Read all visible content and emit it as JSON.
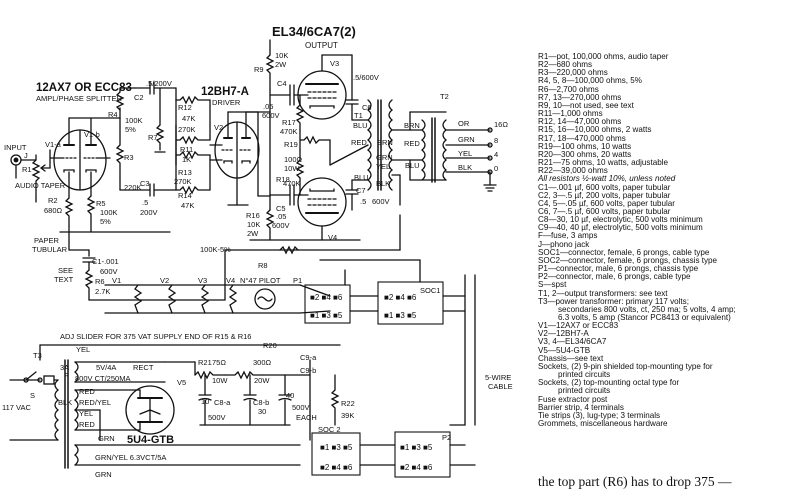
{
  "schematic": {
    "title_top": "EL34/6CA7(2)",
    "title_output": "OUTPUT",
    "labels": {
      "v1_title": "12AX7 OR ECC83",
      "v1_subtitle": "AMPL/PHASE SPLITTER",
      "v2_title": "12BH7-A",
      "v2_subtitle": "DRIVER",
      "input": "INPUT",
      "j": "J",
      "audio_taper": "AUDIO TAPER",
      "r1": "R1",
      "r2": "R2",
      "r2_val": "680Ω",
      "r3": "R3",
      "r3_val": "220K",
      "r4": "R4",
      "r4_val1": "100K",
      "r4_val2": "5%",
      "r5": "R5",
      "r5_val1": "100K",
      "r5_val2": "5%",
      "c1": "C1-.001",
      "c1_v": "600V",
      "paper_tubular1": "PAPER",
      "paper_tubular2": "TUBULAR",
      "see_text1": "SEE",
      "see_text2": "TEXT",
      "r6": "R6",
      "r6_val": "2.7K",
      "c2": "C2",
      "c2_val": ".5/200V",
      "c3": "C3",
      "c3_val": ".5",
      "c3_v": "200V",
      "r7": "R7",
      "r11": "R11",
      "r11_val": "1K",
      "r12": "R12",
      "r12_val1": "47K",
      "r12_val2": "270K",
      "r13": "R13",
      "r13_val": "270K",
      "r14": "R14",
      "r14_val": "47K",
      "v1a": "V1-a",
      "v1b": "V1-b",
      "v2": "V2",
      "r9_val1": "10K",
      "r9_val2": "2W",
      "r9": "R9",
      "c4": "C4",
      "c4_val": ".05",
      "c4_v": "600V",
      "r17": "R17",
      "r17_val": "470K",
      "r19": "R19",
      "r19_val1": "100Ω",
      "r19_val2": "10W",
      "r18": "R18",
      "r18_val": "470K",
      "r16": "R16",
      "r16_val1": "10K",
      "r16_val2": "2W",
      "c5": "C5",
      "c5_val": ".05",
      "c5_v": "600V",
      "r8": "R8",
      "r8_val": "100K-5%",
      "v3": "V3",
      "v4": "V4",
      "c6": "C6",
      "c6_val": ".5/600V",
      "c7": "C7",
      "c7_val": ".5",
      "c7_v": "600V",
      "t1": "T1",
      "t2": "T2",
      "blu": "BLU",
      "red": "RED",
      "grn": "GRN",
      "yel": "YEL",
      "blk": "BLK",
      "brn": "BRN",
      "or": "OR",
      "ohm16": "16Ω",
      "ohm8": "8",
      "ohm4": "4",
      "zero": "0",
      "heater_v1": "V1",
      "heater_v2": "V2",
      "heater_v3": "V3",
      "heater_v4": "V4",
      "pilot": "N°47 PILOT",
      "p1": "P1",
      "soc1": "SOC1",
      "adj_slider": "ADJ SLIDER FOR 375 VAT SUPPLY END OF R15 & R16",
      "t3": "T3",
      "t3_yel": "YEL",
      "t3_5v": "5V/4A",
      "rect": "RECT",
      "t3_800v": "800V CT/250MA",
      "t3_red": "RED",
      "t3_redyel": "RED/YEL",
      "t3_yel2": "YEL",
      "t3_red2": "RED",
      "t3_grn": "GRN",
      "v5": "V5",
      "v5_tube": "5U4-GTB",
      "r21": "R21",
      "r21_val1": "75Ω",
      "r21_val2": "10W",
      "r20": "R20",
      "r20_val1": "300Ω",
      "r20_val2": "20W",
      "c8a": "C8-a",
      "c8b": "C8-b",
      "c8_10": "10",
      "c8_30": "30",
      "c8_500": "500V",
      "c9a": "C9-a",
      "c9b": "C9-b",
      "c9_40": "40",
      "c9_500": "500V",
      "c9_each": "EACH",
      "r22": "R22",
      "r22_val": "39K",
      "soc2": "SOC 2",
      "p2": "P2",
      "five_wire1": "5-WIRE",
      "five_wire2": "CABLE",
      "fuse": "3A",
      "fuse_f": "F",
      "switch_s": "S",
      "mains": "117 VAC",
      "mains_blk": "BLK",
      "grn_yel": "GRN/YEL 6.3VCT/5A",
      "grn2": "GRN"
    }
  },
  "parts_list": [
    {
      "text": "R1—pot, 100,000 ohms, audio taper",
      "indent": false,
      "italic": false
    },
    {
      "text": "R2—680 ohms",
      "indent": false,
      "italic": false
    },
    {
      "text": "R3—220,000 ohms",
      "indent": false,
      "italic": false
    },
    {
      "text": "R4, 5, 8—100,000 ohms, 5%",
      "indent": false,
      "italic": false
    },
    {
      "text": "R6—2,700 ohms",
      "indent": false,
      "italic": false
    },
    {
      "text": "R7, 13—270,000 ohms",
      "indent": false,
      "italic": false
    },
    {
      "text": "R9, 10—not used, see text",
      "indent": false,
      "italic": false
    },
    {
      "text": "R11—1,000 ohms",
      "indent": false,
      "italic": false
    },
    {
      "text": "R12, 14—47,000 ohms",
      "indent": false,
      "italic": false
    },
    {
      "text": "R15, 16—10,000 ohms, 2 watts",
      "indent": false,
      "italic": false
    },
    {
      "text": "R17, 18—470,000 ohms",
      "indent": false,
      "italic": false
    },
    {
      "text": "R19—100 ohms, 10 watts",
      "indent": false,
      "italic": false
    },
    {
      "text": "R20—300 ohms, 20 watts",
      "indent": false,
      "italic": false
    },
    {
      "text": "R21—75 ohms, 10 watts, adjustable",
      "indent": false,
      "italic": false
    },
    {
      "text": "R22—39,000 ohms",
      "indent": false,
      "italic": false
    },
    {
      "text": "All resistors ½-watt 10%, unless noted",
      "indent": false,
      "italic": true
    },
    {
      "text": "C1—.001 µf, 600 volts, paper tubular",
      "indent": false,
      "italic": false
    },
    {
      "text": "C2, 3—.5 µf, 200 volts, paper tubular",
      "indent": false,
      "italic": false
    },
    {
      "text": "C4, 5—.05 µf, 600 volts, paper tubular",
      "indent": false,
      "italic": false
    },
    {
      "text": "C6, 7—.5 µf, 600 volts, paper tubular",
      "indent": false,
      "italic": false
    },
    {
      "text": "C8—30, 10 µf, electrolytic, 500 volts minimum",
      "indent": false,
      "italic": false
    },
    {
      "text": "C9—40, 40 µf, electrolytic, 500 volts minimum",
      "indent": false,
      "italic": false
    },
    {
      "text": "F—fuse, 3 amps",
      "indent": false,
      "italic": false
    },
    {
      "text": "J—phono jack",
      "indent": false,
      "italic": false
    },
    {
      "text": "SOC1—connector, female, 6 prongs, cable type",
      "indent": false,
      "italic": false
    },
    {
      "text": "SOC2—connector, female, 6 prongs, chassis type",
      "indent": false,
      "italic": false
    },
    {
      "text": "P1—connector, male, 6 prongs, chassis type",
      "indent": false,
      "italic": false
    },
    {
      "text": "P2—connector, male, 6 prongs, cable type",
      "indent": false,
      "italic": false
    },
    {
      "text": "S—spst",
      "indent": false,
      "italic": false
    },
    {
      "text": "T1, 2—output transformers: see text",
      "indent": false,
      "italic": false
    },
    {
      "text": "T3—power transformer: primary 117 volts;",
      "indent": false,
      "italic": false
    },
    {
      "text": "secondaries 800 volts, ct, 250 ma; 5 volts, 4 amp;",
      "indent": true,
      "italic": false
    },
    {
      "text": "6.3 volts, 5 amp (Stancor PC8413 or equivalent)",
      "indent": true,
      "italic": false
    },
    {
      "text": "V1—12AX7 or ECC83",
      "indent": false,
      "italic": false
    },
    {
      "text": "V2—12BH7-A",
      "indent": false,
      "italic": false
    },
    {
      "text": "V3, 4—EL34/6CA7",
      "indent": false,
      "italic": false
    },
    {
      "text": "V5—5U4-GTB",
      "indent": false,
      "italic": false
    },
    {
      "text": "Chassis—see text",
      "indent": false,
      "italic": false
    },
    {
      "text": "Sockets, (2) 9-pin shielded top-mounting type for",
      "indent": false,
      "italic": false
    },
    {
      "text": "printed circuits",
      "indent": true,
      "italic": false
    },
    {
      "text": "Sockets, (2) top-mounting octal type for",
      "indent": false,
      "italic": false
    },
    {
      "text": "printed circuits",
      "indent": true,
      "italic": false
    },
    {
      "text": "Fuse extractor post",
      "indent": false,
      "italic": false
    },
    {
      "text": "Barrier strip, 4 terminals",
      "indent": false,
      "italic": false
    },
    {
      "text": "Tie strips (3), lug-type; 3 terminals",
      "indent": false,
      "italic": false
    },
    {
      "text": "Grommets, miscellaneous hardware",
      "indent": false,
      "italic": false
    }
  ],
  "body_text": "the top part (R6) has to drop 375 —"
}
